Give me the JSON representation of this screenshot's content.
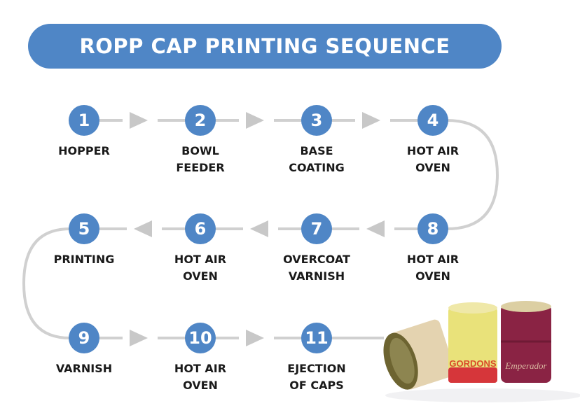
{
  "title": "ROPP CAP PRINTING SEQUENCE",
  "colors": {
    "accent": "#4f86c6",
    "connector": "#d0d0d0"
  },
  "steps": [
    {
      "number": "1",
      "label": [
        "HOPPER"
      ]
    },
    {
      "number": "2",
      "label": [
        "BOWL",
        "FEEDER"
      ]
    },
    {
      "number": "3",
      "label": [
        "BASE",
        "COATING"
      ]
    },
    {
      "number": "4",
      "label": [
        "HOT AIR",
        "OVEN"
      ]
    },
    {
      "number": "5",
      "label": [
        "PRINTING"
      ]
    },
    {
      "number": "6",
      "label": [
        "HOT AIR",
        "OVEN"
      ]
    },
    {
      "number": "7",
      "label": [
        "OVERCOAT",
        "VARNISH"
      ]
    },
    {
      "number": "8",
      "label": [
        "HOT AIR",
        "OVEN"
      ]
    },
    {
      "number": "9",
      "label": [
        "VARNISH"
      ]
    },
    {
      "number": "10",
      "label": [
        "HOT AIR",
        "OVEN"
      ]
    },
    {
      "number": "11",
      "label": [
        "EJECTION",
        "OF CAPS"
      ]
    }
  ],
  "caps_image": {
    "brand_lettering": [
      "GORDONS",
      "Emperador"
    ]
  }
}
